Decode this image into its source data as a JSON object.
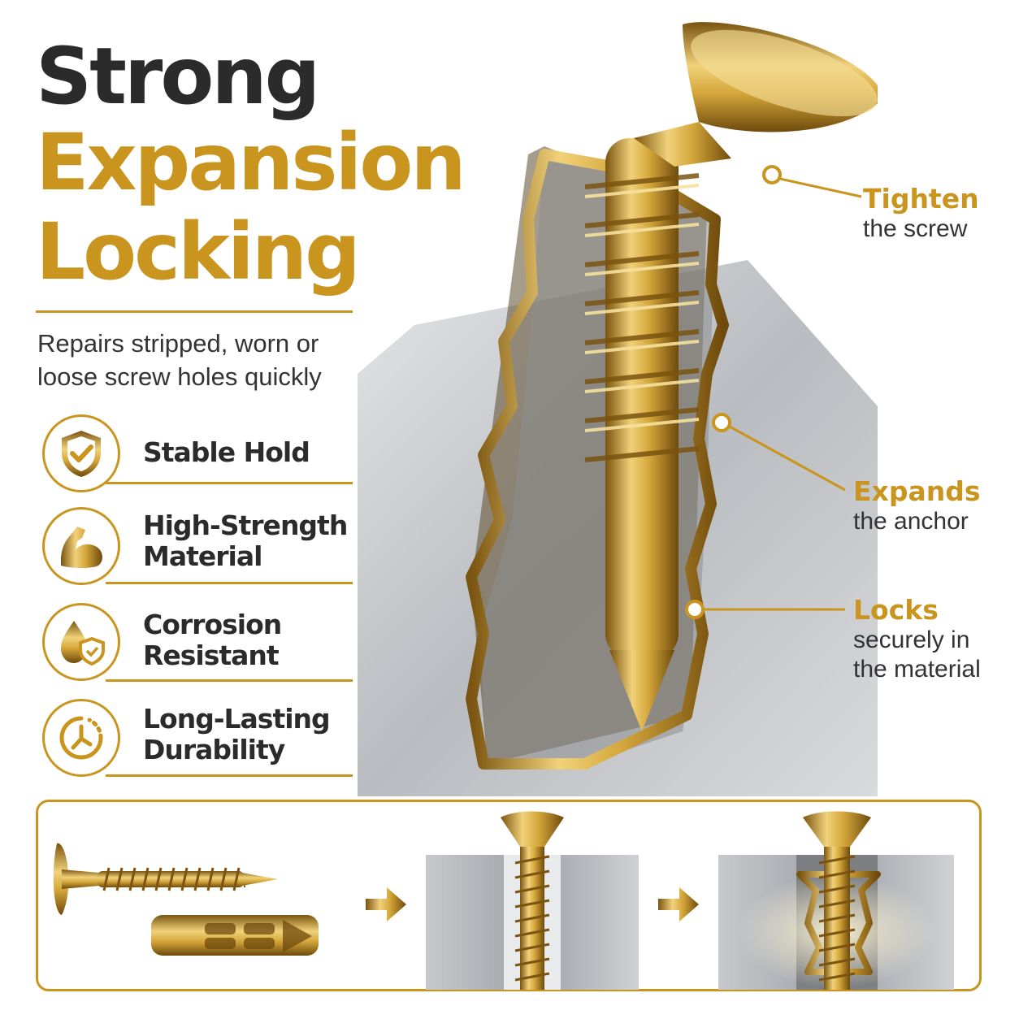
{
  "headline": {
    "line1": "Strong",
    "line2": "Expansion",
    "line3": "Locking"
  },
  "subtitle": "Repairs stripped, worn or loose screw holes quickly",
  "features": [
    {
      "icon": "shield-check-icon",
      "line1": "Stable Hold",
      "line2": ""
    },
    {
      "icon": "flexed-arm-icon",
      "line1": "High-Strength",
      "line2": "Material"
    },
    {
      "icon": "water-drop-shield-icon",
      "line1": "Corrosion",
      "line2": "Resistant"
    },
    {
      "icon": "clock-icon",
      "line1": "Long-Lasting",
      "line2": "Durability"
    }
  ],
  "callouts": [
    {
      "head": "Tighten",
      "sub1": "the screw",
      "sub2": ""
    },
    {
      "head": "Expands",
      "sub1": "the anchor",
      "sub2": ""
    },
    {
      "head": "Locks",
      "sub1": "securely in",
      "sub2": "the material"
    }
  ],
  "colors": {
    "gold": "#c9951f",
    "dark": "#2b2b2b",
    "steel": "#a9acb1"
  },
  "steps": [
    {
      "name": "screw-and-anchor",
      "arrow": "arrow-right-icon"
    },
    {
      "name": "screw-inserted",
      "arrow": "arrow-right-icon"
    },
    {
      "name": "anchor-expanded"
    }
  ]
}
